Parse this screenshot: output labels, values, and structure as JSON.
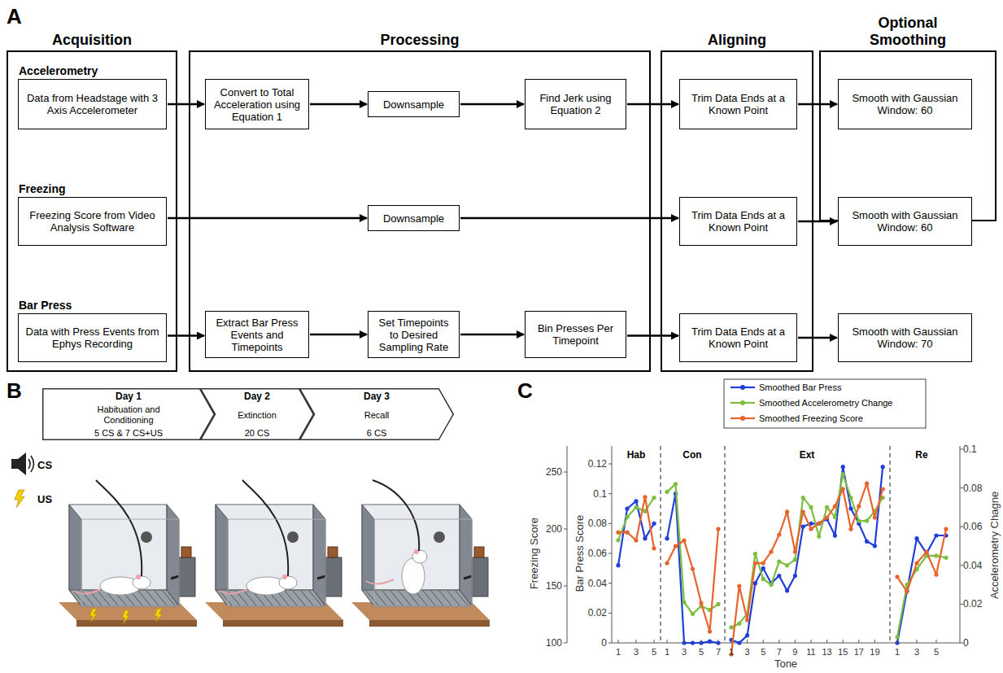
{
  "diagram": {
    "nodes": [
      {
        "text": [
          "Acquisition"
        ]
      },
      {
        "text": [
          "Accelerometry",
          "Data from Headstage with 3 Axis Accelerometer"
        ],
        "in": 0
      },
      {
        "text": [
          "Freezing",
          "Freezing Score from Video Analysis Software"
        ],
        "in": 0
      },
      {
        "text": [
          "Bar Press",
          "Data with Press Events from Ephys Recording"
        ],
        "in": 0
      },
      {
        "text": [
          "Processing"
        ]
      },
      {
        "text": [
          "Convert to Total Acceleration using Equation 1"
        ],
        "in": 4
      },
      {
        "text": [
          "Downsample"
        ],
        "in": 4
      },
      {
        "text": [
          "Find Jerk using Equation 2"
        ],
        "in": 4
      },
      {
        "text": [
          "Downsample"
        ],
        "in": 4
      },
      {
        "text": [
          "Extract Bar Press Events and Timepoints"
        ],
        "in": 4
      },
      {
        "text": [
          "Set Timepoints to Desired Sampling Rate"
        ],
        "in": 4
      },
      {
        "text": [
          "Bin Presses Per Timepoint"
        ],
        "in": 4
      },
      {
        "text": [
          "Aligning"
        ]
      },
      {
        "text": [
          "Trim Data Ends at a Known Point"
        ],
        "in": 12
      },
      {
        "text": [
          "Trim Data Ends at a Known Point"
        ],
        "in": 12
      },
      {
        "text": [
          "Trim Data Ends at a Known Point"
        ],
        "in": 12
      },
      {
        "text": [
          "Optional Smoothing"
        ]
      },
      {
        "text": [
          "Smooth with Gaussian Window: 60"
        ],
        "in": 16
      },
      {
        "text": [
          "Smooth with Gaussian Window: 60"
        ],
        "in": 16
      },
      {
        "text": [
          "Smooth with Gaussian Window: 70"
        ]
      },
      {
        "text": [
          "Day 1",
          "Habituation and Conditioning",
          "5 CS & 7 CS+US"
        ]
      },
      {
        "text": [
          "Day 2",
          "Extinction",
          "20 CS"
        ]
      },
      {
        "text": [
          "Day 3",
          "Recall",
          "6 CS"
        ]
      }
    ],
    "edges": [
      {
        "from": 1,
        "to": 5,
        "arrow": "to"
      },
      {
        "from": 5,
        "to": 6,
        "arrow": "to"
      },
      {
        "from": 6,
        "to": 7,
        "arrow": "to"
      },
      {
        "from": 7,
        "to": 13,
        "arrow": "to"
      },
      {
        "from": 13,
        "to": 17,
        "arrow": "to"
      },
      {
        "from": 2,
        "to": 8,
        "arrow": "to"
      },
      {
        "from": 8,
        "to": 14,
        "arrow": "to"
      },
      {
        "from": 14,
        "to": 18,
        "arrow": "to"
      },
      {
        "from": 3,
        "to": 9,
        "arrow": "to"
      },
      {
        "from": 9,
        "to": 10,
        "arrow": "to"
      },
      {
        "from": 10,
        "to": 11,
        "arrow": "to"
      },
      {
        "from": 11,
        "to": 15,
        "arrow": "to"
      },
      {
        "from": 15,
        "to": 19,
        "arrow": "to"
      }
    ],
    "labels": [
      "A",
      "B",
      "C",
      "CS",
      "US",
      "Freezing Score",
      "Bar Press Score",
      "Accelerometry Chagne",
      "Tone",
      "Hab",
      "Con",
      "Ext",
      "Re",
      "100",
      "150",
      "200",
      "250",
      "0",
      "0.02",
      "0.04",
      "0.06",
      "0.08",
      "0.1",
      "0.12",
      "0",
      "0.02",
      "0.04",
      "0.06",
      "0.08",
      "0.1",
      "1",
      "3",
      "5",
      "1",
      "3",
      "5",
      "7",
      "1",
      "3",
      "5",
      "7",
      "9",
      "11",
      "13",
      "15",
      "17",
      "19",
      "1",
      "3",
      "5"
    ],
    "legend": [
      {
        "text": "Smoothed Bar Press",
        "color": "#1f3fd6"
      },
      {
        "text": "Smoothed Accelerometry Change",
        "color": "#7cbf3f"
      },
      {
        "text": "Smoothed Freezing Score",
        "color": "#e8642c"
      }
    ]
  }
}
